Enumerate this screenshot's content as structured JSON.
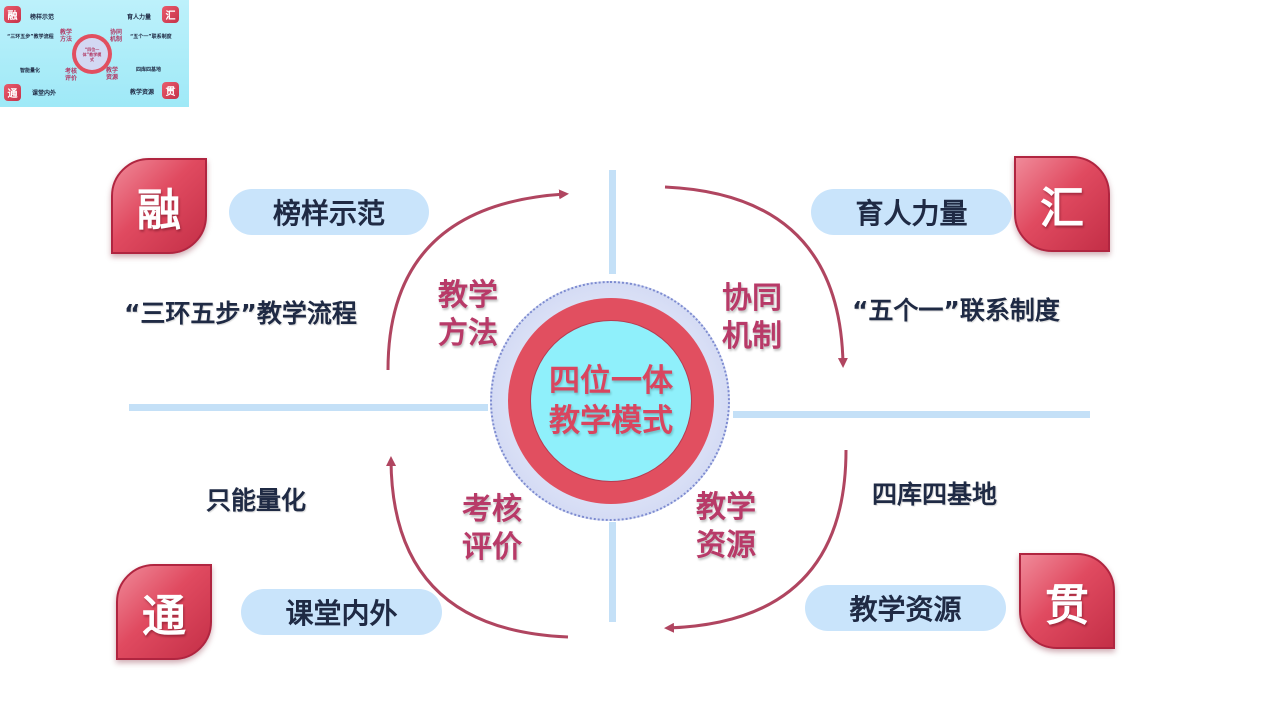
{
  "thumbnail": {
    "tl_badge": "融",
    "tr_badge": "汇",
    "bl_badge": "通",
    "br_badge": "贯",
    "tl_pill": "榜样示范",
    "tr_pill": "育人力量",
    "bl_pill": "课堂内外",
    "br_pill": "教学资源",
    "left_text": "“三环五步”教学流程",
    "right_text": "“五个一”联系制度",
    "left_bottom_text": "智能量化",
    "right_bottom_text": "四库四基地",
    "center": "“四位一体”教学模式",
    "m_tl": "教学方法",
    "m_tr": "协同机制",
    "m_bl": "考核评价",
    "m_br": "教学资源"
  },
  "badges": {
    "top_left": "融",
    "top_right": "汇",
    "bottom_left": "通",
    "bottom_right": "贯"
  },
  "pills": {
    "top_left": "榜样示范",
    "top_right": "育人力量",
    "bottom_left": "课堂内外",
    "bottom_right": "教学资源"
  },
  "texts": {
    "left_upper": "“三环五步”教学流程",
    "right_upper": "“五个一”联系制度",
    "left_lower": "只能量化",
    "right_lower": "四库四基地"
  },
  "quadrants": {
    "top_left_line1": "教学",
    "top_left_line2": "方法",
    "top_right_line1": "协同",
    "top_right_line2": "机制",
    "bottom_left_line1": "考核",
    "bottom_left_line2": "评价",
    "bottom_right_line1": "教学",
    "bottom_right_line2": "资源"
  },
  "center": {
    "line1": "四位一体",
    "line2": "教学模式"
  },
  "colors": {
    "accent_red": "#e14f60",
    "label_magenta": "#b83a68",
    "pill_blue": "#c9e4fb",
    "center_cyan": "#8ff0fb",
    "arrow": "#b04560"
  }
}
